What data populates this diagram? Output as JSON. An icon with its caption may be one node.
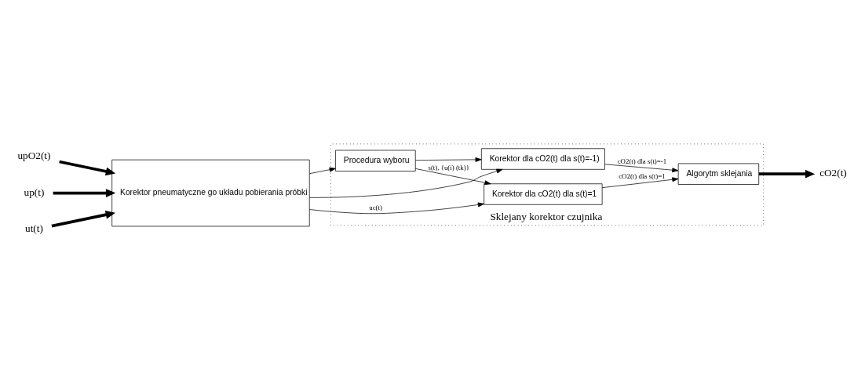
{
  "diagram": {
    "nodes": [
      {
        "text": [
          "Sklejany korektor czujnika"
        ]
      },
      {
        "text": [
          "upO2(t)"
        ]
      },
      {
        "text": [
          "up(t)"
        ]
      },
      {
        "text": [
          "ut(t)"
        ]
      },
      {
        "text": [
          "Korektor pneumatyczne go układu pobierania próbki"
        ]
      },
      {
        "text": [
          "Korektor dla cO2(t) dla s(t)=1"
        ],
        "in": 0
      },
      {
        "text": [
          "Procedura wyboru"
        ],
        "in": 0
      },
      {
        "text": [
          "Korektor dla cO2(t) dla s(t)=-1)"
        ],
        "in": 0
      },
      {
        "text": [
          "Algorytm sklejania"
        ],
        "in": 0
      },
      {
        "text": [
          "cO2(t)"
        ]
      }
    ],
    "edges": [
      {
        "from": 1,
        "to": 4,
        "arrow": "to",
        "style": "thick"
      },
      {
        "from": 2,
        "to": 4,
        "arrow": "to",
        "style": "thick"
      },
      {
        "from": 3,
        "to": 4,
        "arrow": "to",
        "style": "thick"
      },
      {
        "from": 4,
        "to": 5,
        "arrow": "to",
        "label": "uc(t)"
      },
      {
        "from": 4,
        "to": 6,
        "arrow": "to"
      },
      {
        "from": 4,
        "to": 7,
        "arrow": "to"
      },
      {
        "from": 6,
        "to": 5,
        "arrow": "to",
        "label": "s(t), {u(i) (tk)}"
      },
      {
        "from": 6,
        "to": 7,
        "arrow": "to"
      },
      {
        "from": 5,
        "to": 8,
        "arrow": "to",
        "label": "cO2(t) dla s(t)=1"
      },
      {
        "from": 7,
        "to": 8,
        "arrow": "to",
        "label": "cO2(t) dla s(t)=-1"
      },
      {
        "from": 8,
        "to": 9,
        "arrow": "to",
        "style": "thick"
      }
    ]
  }
}
